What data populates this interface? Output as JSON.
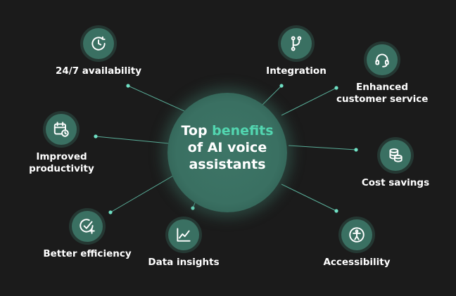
{
  "colors": {
    "background": "#1b1b1b",
    "accent": "#52d6b0",
    "node_fill": "#3a7062",
    "connector": "#6fe0c4"
  },
  "hub": {
    "title_prefix": "Top",
    "title_accent": "benefits",
    "title_rest_line2": "of AI voice",
    "title_rest_line3": "assistants"
  },
  "benefits": [
    {
      "label": "24/7 availability",
      "icon": "clock-icon"
    },
    {
      "label": "Integration",
      "icon": "branch-icon"
    },
    {
      "label": "Enhanced",
      "label2": "customer service",
      "icon": "headset-icon"
    },
    {
      "label": "Improved",
      "label2": "productivity",
      "icon": "calendar-clock-icon"
    },
    {
      "label": "Cost savings",
      "icon": "coins-icon"
    },
    {
      "label": "Better efficiency",
      "icon": "check-plus-icon"
    },
    {
      "label": "Data insights",
      "icon": "chart-icon"
    },
    {
      "label": "Accessibility",
      "icon": "accessibility-icon"
    }
  ]
}
